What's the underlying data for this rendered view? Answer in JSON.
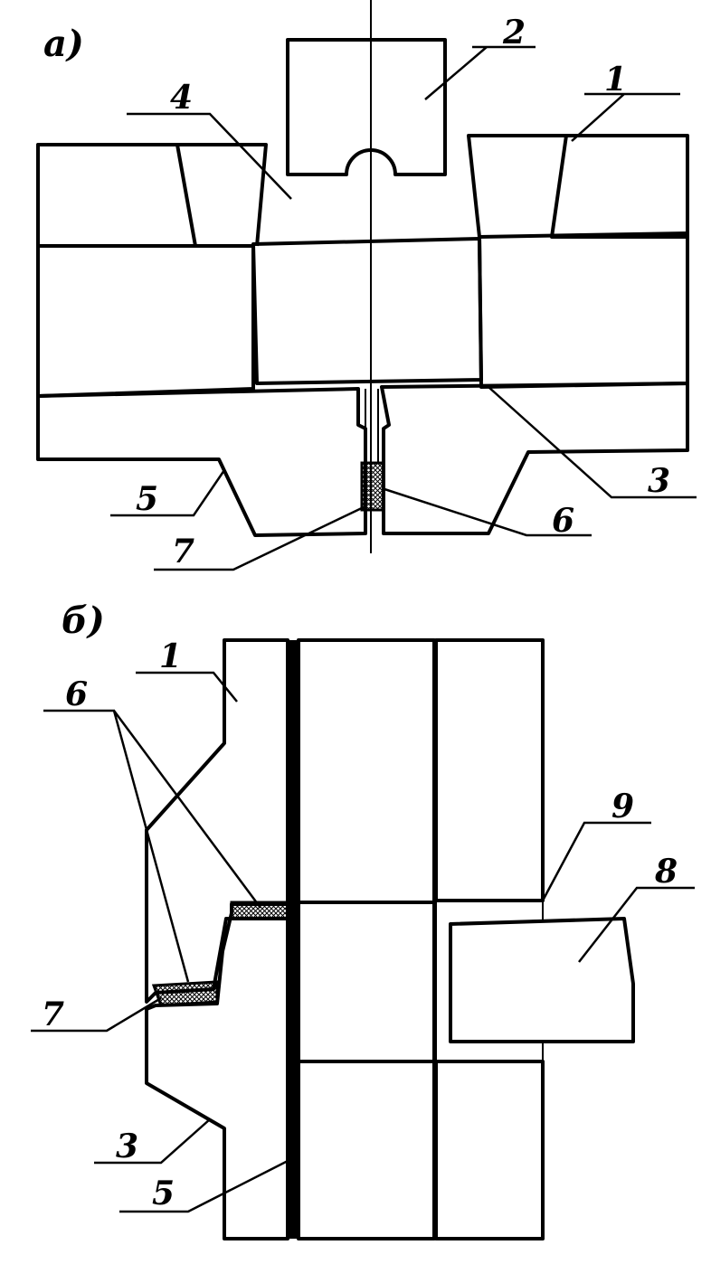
{
  "panels": [
    {
      "id": "a",
      "title": "a)",
      "labels": [
        "1",
        "2",
        "3",
        "4",
        "5",
        "6",
        "7"
      ]
    },
    {
      "id": "b",
      "title": "б)",
      "labels": [
        "1",
        "3",
        "5",
        "6",
        "7",
        "8",
        "9"
      ]
    }
  ],
  "colors": {
    "ink": "#000000",
    "paper": "#ffffff"
  }
}
